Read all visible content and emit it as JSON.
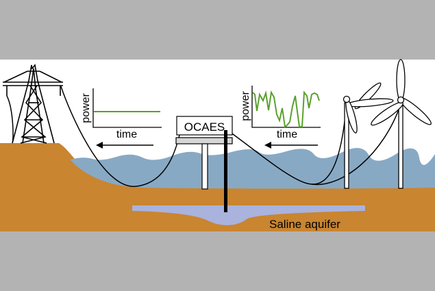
{
  "left_plot": {
    "ylabel": "power",
    "xlabel": "time"
  },
  "right_plot": {
    "ylabel": "power",
    "xlabel": "time"
  },
  "platform_label": "OCAES",
  "aquifer_label": "Saline aquifer",
  "colors": {
    "frame": "#b3b3b3",
    "sky": "#ffffff",
    "ground": "#c98530",
    "sea": "#88a9c4",
    "aquifer": "#a9b3dd",
    "power_trace": "#5aa02c",
    "line": "#000000"
  }
}
